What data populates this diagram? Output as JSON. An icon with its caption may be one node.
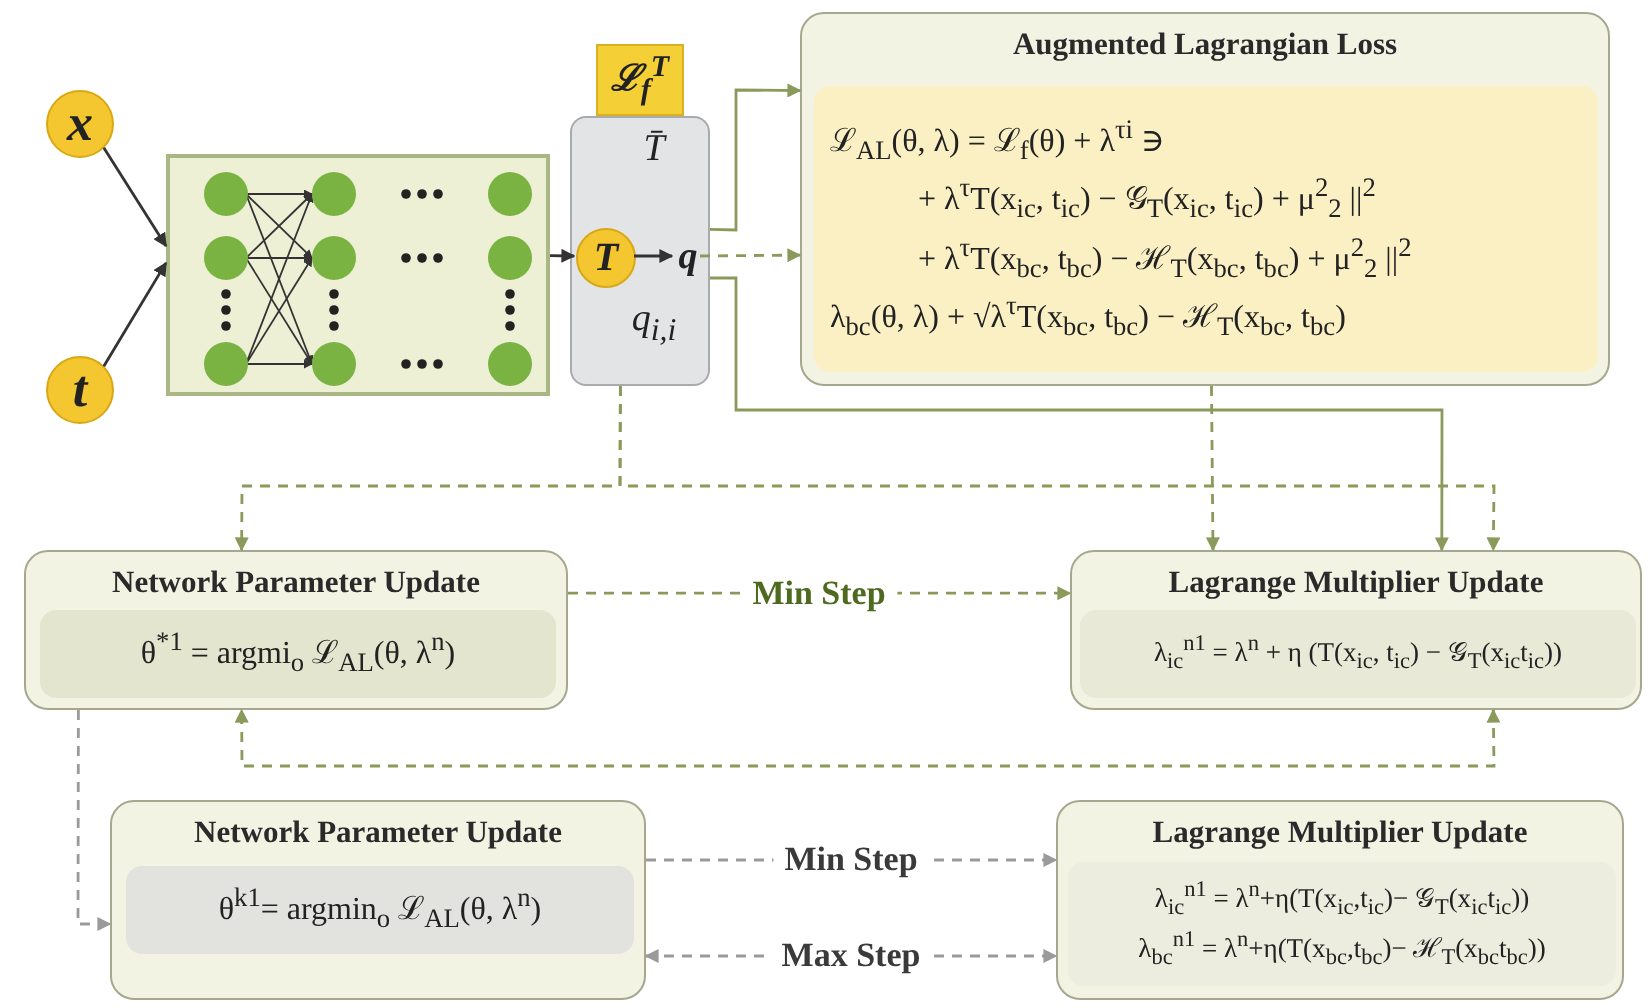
{
  "diagram": {
    "nodes": [
      {
        "text": [
          "x"
        ]
      },
      {
        "text": [
          "t"
        ]
      },
      {
        "text": [],
        "shape": "box"
      },
      {
        "text": [
          "ℒ$_{f}$$^{T}$"
        ]
      },
      {
        "text": [
          "T̄",
          "q$_{i,i}$"
        ]
      },
      {
        "text": [
          "T"
        ],
        "in": 4
      },
      {
        "text": [
          "q"
        ],
        "in": 4
      },
      {
        "text": [
          "Augmented Lagrangian Loss"
        ]
      },
      {
        "text": [
          "ℒ$_{AL}$(θ, λ) = ℒ$_{f}$(θ) + λ$^{τi}$ ∋",
          "+ λ$^{τ}$T(x$_{ic}$, t$_{ic}$) − 𝒢$_{T}$(x$_{ic}$, t$_{ic}$) + μ$^{2}$$_{2}$ ||$^{2}$",
          "+ λ$^{τ}$T(x$_{bc}$, t$_{bc}$) − ℋ$_{T}$(x$_{bc}$, t$_{bc}$) + μ$^{2}$$_{2}$ ||$^{2}$",
          "λ$_{bc}$(θ, λ) + √λ$^{τ}$T(x$_{bc}$, t$_{bc}$) − ℋ$_{T}$(x$_{bc}$, t$_{bc}$)"
        ],
        "in": 7
      },
      {
        "text": [
          "Network Parameter Update"
        ]
      },
      {
        "text": [
          "θ$^{*1}$ = argmi$_{o}$ ℒ$_{AL}$(θ, λ$^{n}$)"
        ],
        "in": 9
      },
      {
        "text": [
          "Lagrange Multiplier Update"
        ]
      },
      {
        "text": [
          "λ$_{ic}$$^{n1}$ = λ$^{n}$ + η (T(x$_{ic}$, t$_{ic}$) − 𝒢$_{T}$(x$_{ic}$t$_{ic}$))"
        ],
        "in": 11
      },
      {
        "text": [
          "Network Parameter Update"
        ]
      },
      {
        "text": [
          "θ$^{k1}$= argmin$_{o}$ ℒ$_{AL}$(θ, λ$^{n}$)"
        ],
        "in": 13
      },
      {
        "text": [
          "Lagrange Multiplier Update"
        ]
      },
      {
        "text": [
          "λ$_{ic}$$^{n1}$ = λ$^{n}$+η(T(x$_{ic}$,t$_{ic}$)− 𝒢$_{T}$(x$_{ic}$t$_{ic}$))",
          "λ$_{bc}$$^{n1}$ = λ$^{n}$+η(T(x$_{bc}$,t$_{bc}$)− ℋ$_{T}$(x$_{bc}$t$_{bc}$))"
        ],
        "in": 15
      }
    ],
    "edges": [
      {
        "from": 0,
        "to": 2,
        "arrow": "to",
        "color": "#333333"
      },
      {
        "from": 1,
        "to": 2,
        "arrow": "to",
        "color": "#333333"
      },
      {
        "from": 2,
        "to": 5,
        "arrow": "to",
        "color": "#333333"
      },
      {
        "from": 5,
        "to": 6,
        "arrow": "to",
        "color": "#333333"
      },
      {
        "from": 4,
        "to": 7,
        "arrow": "to"
      },
      {
        "from": 6,
        "to": 7,
        "arrow": "to",
        "style": "dashed"
      },
      {
        "from": 4,
        "to": 11,
        "arrow": "to"
      },
      {
        "from": 7,
        "to": 11,
        "arrow": "to",
        "style": "dashed"
      },
      {
        "from": 4,
        "to": 9,
        "arrow": "to",
        "style": "dashed"
      },
      {
        "from": 4,
        "to": 11,
        "arrow": "to",
        "style": "dashed"
      },
      {
        "from": 9,
        "to": 11,
        "arrow": "to",
        "style": "dashed",
        "label": "Min Step"
      },
      {
        "from": 11,
        "to": 9,
        "arrow": "both",
        "style": "dashed"
      },
      {
        "from": 9,
        "to": 13,
        "arrow": "to",
        "style": "dashed",
        "color": "#9a9a9a"
      },
      {
        "from": 13,
        "to": 15,
        "arrow": "to",
        "style": "dashed",
        "color": "#9a9a9a",
        "label": "Min Step"
      },
      {
        "from": 13,
        "to": 15,
        "arrow": "both",
        "style": "dashed",
        "color": "#9a9a9a",
        "label": "Max Step"
      }
    ]
  }
}
